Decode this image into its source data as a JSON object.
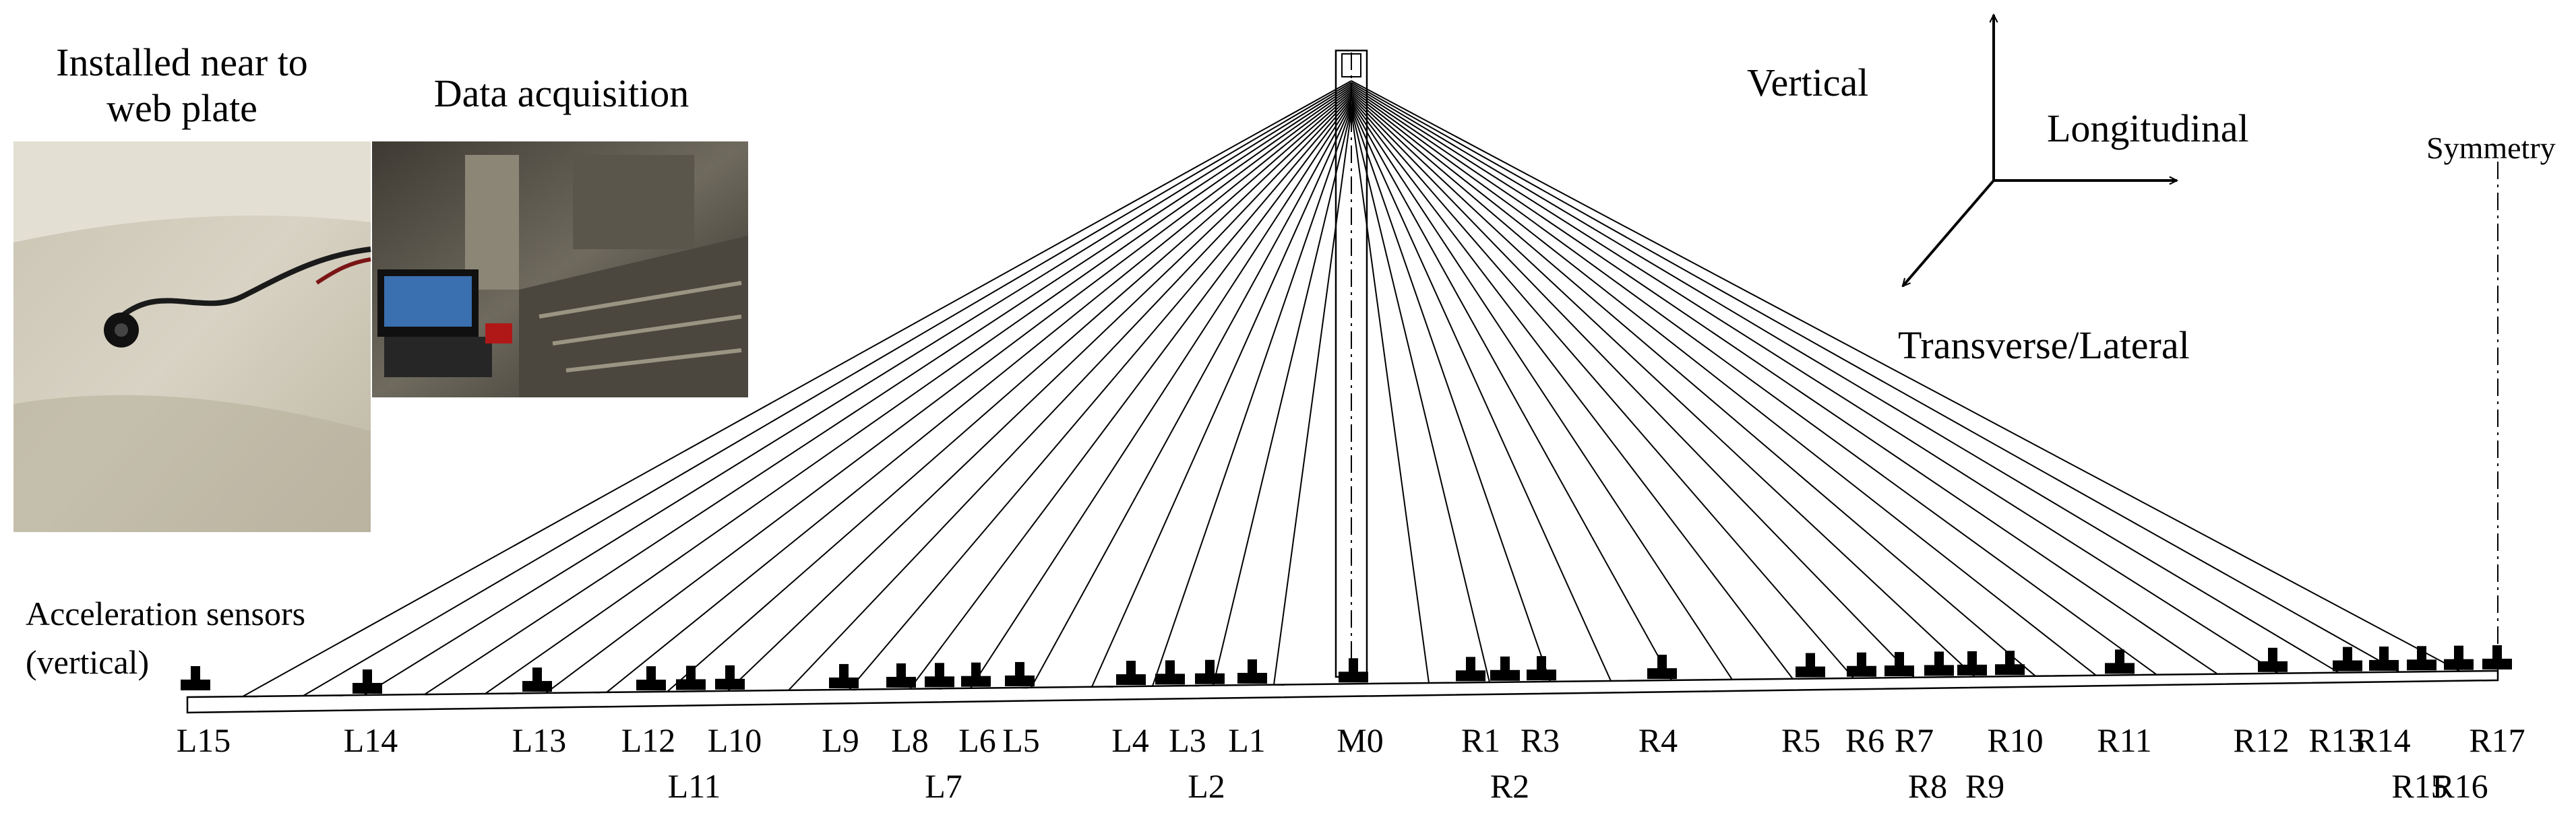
{
  "photos": {
    "installed_title": "Installed near to web plate",
    "acquisition_title": "Data acquisition"
  },
  "diagram": {
    "sensor_caption_line1": "Acceleration sensors",
    "sensor_caption_line2": "(vertical)",
    "symmetry_label": "Symmetry",
    "axes": {
      "vertical": "Vertical",
      "longitudinal": "Longitudinal",
      "transverse": "Transverse/Lateral"
    },
    "sensor_labels": [
      "L15",
      "L14",
      "L13",
      "L12",
      "L11",
      "L10",
      "L9",
      "L8",
      "L7",
      "L6",
      "L5",
      "L4",
      "L3",
      "L2",
      "L1",
      "M0",
      "R1",
      "R2",
      "R3",
      "R4",
      "R5",
      "R6",
      "R7",
      "R8",
      "R9",
      "R10",
      "R11",
      "R12",
      "R13",
      "R14",
      "R15",
      "R16",
      "R17"
    ]
  },
  "colors": {
    "line": "#000000",
    "background": "#ffffff"
  }
}
